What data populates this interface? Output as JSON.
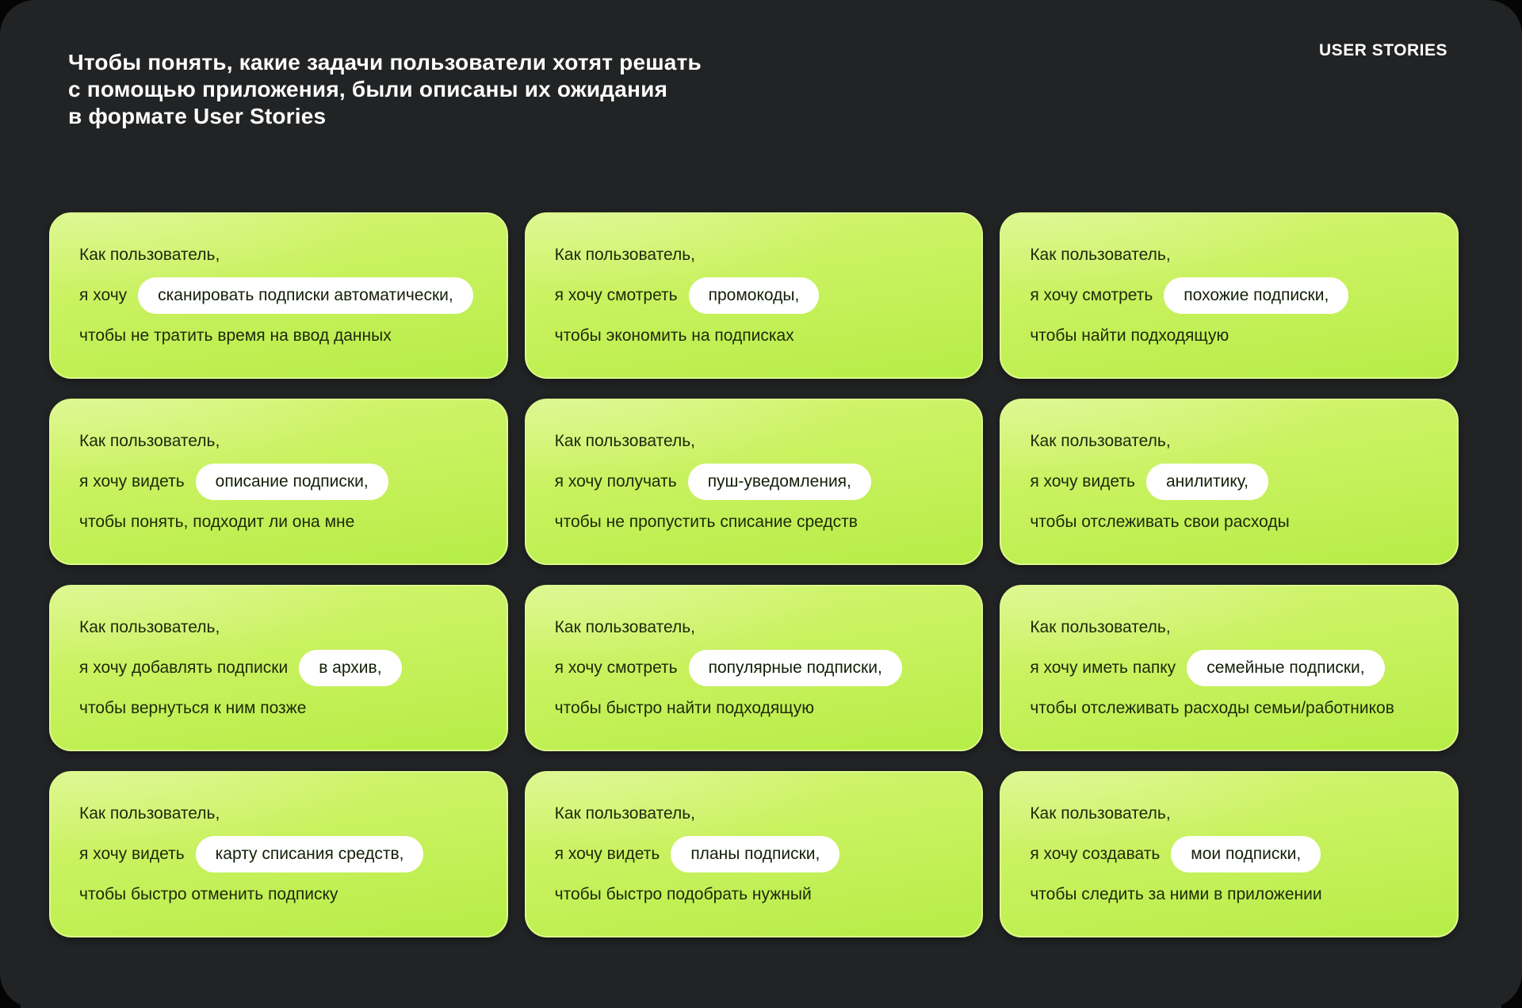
{
  "header": {
    "title_lines": [
      "Чтобы понять, какие задачи пользователи хотят решать",
      "с помощью приложения, были описаны их ожидания",
      "в формате User Stories"
    ],
    "badge": "USER STORIES"
  },
  "colors": {
    "page_background": "#050505",
    "panel_background": "#222324",
    "card_gradient_top": "#d4f571",
    "card_gradient_bottom": "#b6ed46",
    "card_border": "#dcf88d",
    "card_text": "#1d290b",
    "pill_background": "#ffffff",
    "pill_text": "#141f07",
    "heading_text": "#ffffff"
  },
  "cards": [
    {
      "role": "Как пользователь,",
      "wish_prefix": "я хочу",
      "pill": "сканировать подписки автоматически,",
      "benefit": "чтобы не тратить время на ввод данных"
    },
    {
      "role": "Как пользователь,",
      "wish_prefix": "я хочу смотреть",
      "pill": "промокоды,",
      "benefit": "чтобы экономить на подписках"
    },
    {
      "role": "Как пользователь,",
      "wish_prefix": "я хочу смотреть",
      "pill": "похожие подписки,",
      "benefit": "чтобы найти подходящую"
    },
    {
      "role": "Как пользователь,",
      "wish_prefix": "я хочу видеть",
      "pill": "описание подписки,",
      "benefit": "чтобы понять, подходит ли она мне"
    },
    {
      "role": "Как пользователь,",
      "wish_prefix": "я хочу получать",
      "pill": "пуш-уведомления,",
      "benefit": "чтобы не пропустить списание средств"
    },
    {
      "role": "Как пользователь,",
      "wish_prefix": "я хочу видеть",
      "pill": "анилитику,",
      "benefit": "чтобы отслеживать свои расходы"
    },
    {
      "role": "Как пользователь,",
      "wish_prefix": "я хочу добавлять подписки",
      "pill": "в архив,",
      "benefit": "чтобы вернуться к ним позже"
    },
    {
      "role": "Как пользователь,",
      "wish_prefix": "я хочу смотреть",
      "pill": "популярные подписки,",
      "benefit": "чтобы быстро найти подходящую"
    },
    {
      "role": "Как пользователь,",
      "wish_prefix": "я хочу иметь папку",
      "pill": "семейные подписки,",
      "benefit": "чтобы отслеживать расходы семьи/работников"
    },
    {
      "role": "Как пользователь,",
      "wish_prefix": "я хочу видеть",
      "pill": "карту списания средств,",
      "benefit": "чтобы быстро отменить подписку"
    },
    {
      "role": "Как пользователь,",
      "wish_prefix": "я хочу видеть",
      "pill": "планы подписки,",
      "benefit": "чтобы быстро подобрать нужный"
    },
    {
      "role": "Как пользователь,",
      "wish_prefix": "я хочу создавать",
      "pill": "мои подписки,",
      "benefit": "чтобы следить за ними в приложении"
    }
  ]
}
